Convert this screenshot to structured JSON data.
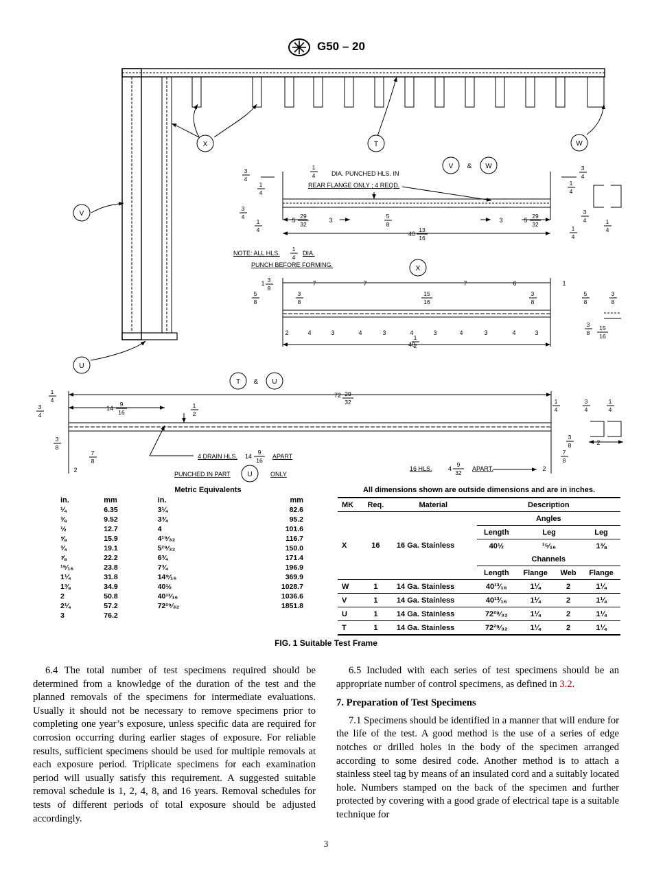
{
  "header": {
    "doc_id": "G50 – 20",
    "logo": "astm-logo"
  },
  "drawing": {
    "bubbles": {
      "x": "X",
      "t": "T",
      "w": "W",
      "v": "V",
      "u": "U",
      "amp": "&"
    },
    "vw_note": {
      "dia": "DIA. PUNCHED HLS. IN",
      "rear": "REAR FLANGE ONLY ; 4 REQD."
    },
    "vw_dims": {
      "left": "5",
      "mid1": "3",
      "mid2": "3",
      "right": "5",
      "overall": "40"
    },
    "note": {
      "line1": "NOTE: ALL HLS.",
      "dia": "DIA.",
      "line2": "PUNCH BEFORE FORMING."
    },
    "x_top_dims": [
      "1",
      "7",
      "7",
      "7",
      "6",
      "1"
    ],
    "x_bottom_dims": [
      "2",
      "4",
      "3",
      "4",
      "3",
      "4",
      "3",
      "4",
      "3",
      "4",
      "3"
    ],
    "x_overall": "40",
    "tu_overall": "72",
    "tu_dim_left": "14",
    "tu_drain": {
      "label": "4 DRAIN HLS.",
      "val": "14",
      "apart": "APART"
    },
    "tu_punched": {
      "label": "PUNCHED IN PART",
      "only": "ONLY"
    },
    "tu_16": {
      "label": "16 HLS.",
      "val": "4",
      "apart": "APART."
    },
    "small_2": "2",
    "fractions": {
      "f34": [
        "3",
        "4"
      ],
      "f14": [
        "1",
        "4"
      ],
      "f58": [
        "5",
        "8"
      ],
      "f38": [
        "3",
        "8"
      ],
      "f2932": [
        "29",
        "32"
      ],
      "f1316": [
        "13",
        "16"
      ],
      "f1516": [
        "15",
        "16"
      ],
      "f12": [
        "1",
        "2"
      ],
      "f916": [
        "9",
        "16"
      ],
      "f78": [
        "7",
        "8"
      ],
      "f932": [
        "9",
        "32"
      ]
    }
  },
  "metric": {
    "title": "Metric Equivalents",
    "headers": [
      "in.",
      "mm",
      "in.",
      "mm"
    ],
    "rows": [
      [
        "¼",
        "6.35",
        "3¼",
        "82.6"
      ],
      [
        "⅜",
        "9.52",
        "3¾",
        "95.2"
      ],
      [
        "½",
        "12.7",
        "4",
        "101.6"
      ],
      [
        "⅝",
        "15.9",
        "4¹⁹⁄₃₂",
        "116.7"
      ],
      [
        "¾",
        "19.1",
        "5²⁹⁄₃₂",
        "150.0"
      ],
      [
        "⅞",
        "22.2",
        "6¾",
        "171.4"
      ],
      [
        "¹⁵⁄₁₆",
        "23.8",
        "7¾",
        "196.9"
      ],
      [
        "1¼",
        "31.8",
        "14⁹⁄₁₆",
        "369.9"
      ],
      [
        "1⅜",
        "34.9",
        "40½",
        "1028.7"
      ],
      [
        "2",
        "50.8",
        "40¹³⁄₁₆",
        "1036.6"
      ],
      [
        "2¼",
        "57.2",
        "72²⁹⁄₃₂",
        "1851.8"
      ],
      [
        "3",
        "76.2",
        "",
        ""
      ]
    ]
  },
  "spec": {
    "title": "All dimensions shown are outside dimensions and are in inches.",
    "headers": {
      "mk": "MK",
      "req": "Req.",
      "material": "Material",
      "description": "Description"
    },
    "angles": "Angles",
    "angle_headers": [
      "Length",
      "Leg",
      "Leg"
    ],
    "x_row": {
      "mk": "X",
      "req": "16",
      "material": "16 Ga. Stainless",
      "length": "40½",
      "leg1": "¹⁵⁄₁₆",
      "leg2": "1⅜"
    },
    "channels": "Channels",
    "channel_headers": [
      "Length",
      "Flange",
      "Web",
      "Flange"
    ],
    "rows": [
      {
        "mk": "W",
        "req": "1",
        "material": "14 Ga. Stainless",
        "length": "40¹³⁄₁₆",
        "flange1": "1¼",
        "web": "2",
        "flange2": "1¼"
      },
      {
        "mk": "V",
        "req": "1",
        "material": "14 Ga. Stainless",
        "length": "40¹³⁄₁₆",
        "flange1": "1¼",
        "web": "2",
        "flange2": "1¼"
      },
      {
        "mk": "U",
        "req": "1",
        "material": "14 Ga. Stainless",
        "length": "72²⁹⁄₃₂",
        "flange1": "1¼",
        "web": "2",
        "flange2": "1¼"
      },
      {
        "mk": "T",
        "req": "1",
        "material": "14 Ga. Stainless",
        "length": "72²⁹⁄₃₂",
        "flange1": "1¼",
        "web": "2",
        "flange2": "1¼"
      }
    ]
  },
  "figure_caption": "FIG. 1 Suitable Test Frame",
  "body": {
    "p64": "6.4 The total number of test specimens required should be determined from a knowledge of the duration of the test and the planned removals of the specimens for intermediate evaluations. Usually it should not be necessary to remove specimens prior to completing one year’s exposure, unless specific data are required for corrosion occurring during earlier stages of exposure. For reliable results, sufficient specimens should be used for multiple removals at each exposure period. Triplicate specimens for each examination period will usually satisfy this requirement. A suggested suitable removal schedule is 1, 2, 4, 8, and 16 years. Removal schedules for tests of different periods of total exposure should be adjusted accordingly.",
    "p65_a": "6.5 Included with each series of test specimens should be an appropriate number of control specimens, as defined in ",
    "p65_link": "3.2",
    "p65_b": ".",
    "section7": "7. Preparation of Test Specimens",
    "p71": "7.1 Specimens should be identified in a manner that will endure for the life of the test. A good method is the use of a series of edge notches or drilled holes in the body of the specimen arranged according to some desired code. Another method is to attach a stainless steel tag by means of an insulated cord and a suitably located hole. Numbers stamped on the back of the specimen and further protected by covering with a good grade of electrical tape is a suitable technique for"
  },
  "page_number": "3"
}
